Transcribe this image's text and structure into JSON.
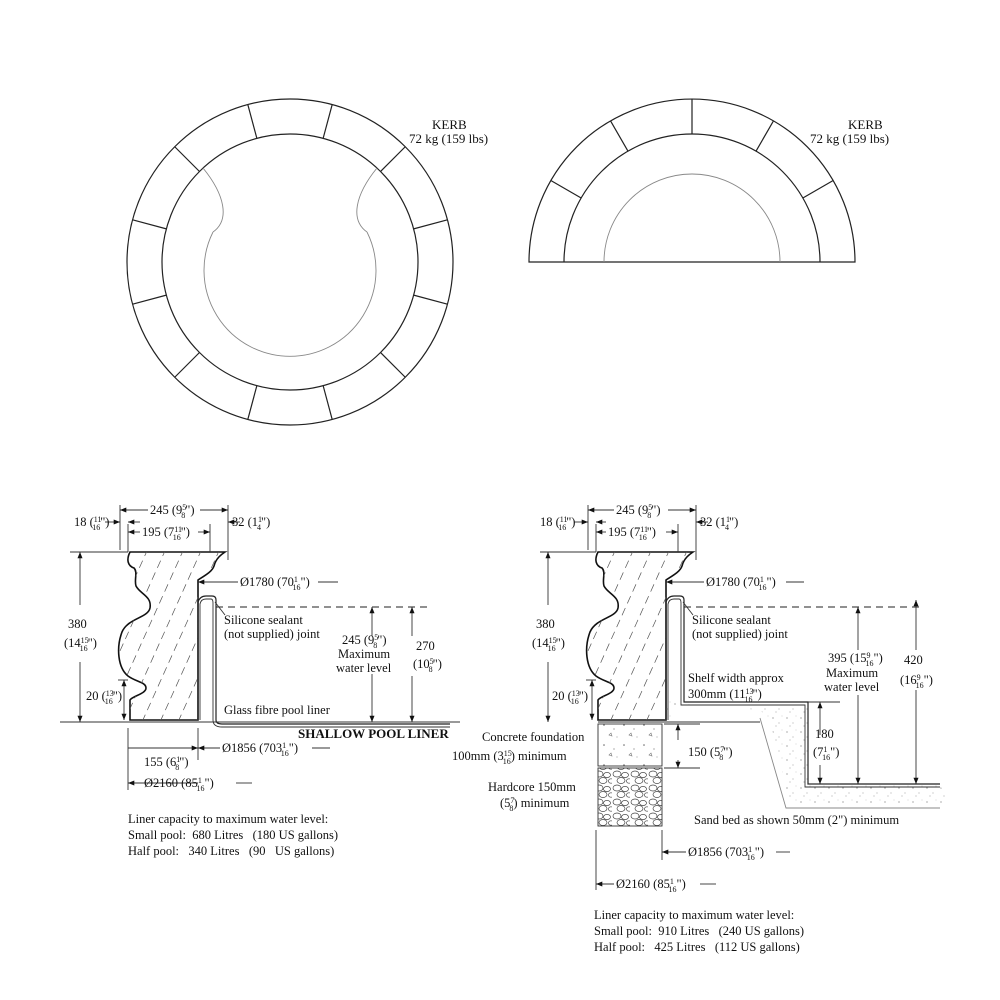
{
  "kerb_full": {
    "title": "KERB",
    "weight": "72 kg  (159 lbs)"
  },
  "kerb_half": {
    "title": "KERB",
    "weight": "72 kg  (159 lbs)"
  },
  "left_section": {
    "dim_245": "245 (9",
    "dim_245_frac": [
      "5",
      "8"
    ],
    "dim_195": "195 (7",
    "dim_195_frac": [
      "11",
      "16"
    ],
    "dim_18": "18 (",
    "dim_18_frac": [
      "11",
      "16"
    ],
    "dim_32": "32 (1",
    "dim_32_frac": [
      "1",
      "4"
    ],
    "dim_380": "380",
    "dim_380_b": "(14",
    "dim_380_frac": [
      "15",
      "16"
    ],
    "dim_20": "20 (",
    "dim_20_frac": [
      "13",
      "16"
    ],
    "dim_1780": "Ø1780 (70",
    "dim_1780_frac": [
      "1",
      "16"
    ],
    "sealant_1": "Silicone sealant",
    "sealant_2": "(not supplied) joint",
    "dim_245w": "245 (9",
    "dim_245w_frac": [
      "5",
      "8"
    ],
    "max_1": "Maximum",
    "max_2": "water level",
    "dim_270": "270",
    "dim_270_b": "(10",
    "dim_270_frac": [
      "5",
      "8"
    ],
    "liner": "Glass fibre pool liner",
    "shallow": "SHALLOW POOL LINER",
    "dim_155": "155 (6",
    "dim_155_frac": [
      "1",
      "8"
    ],
    "dim_1856": "Ø1856 (703",
    "dim_1856_frac": [
      "1",
      "16"
    ],
    "dim_2160": "Ø2160 (85",
    "dim_2160_frac": [
      "1",
      "16"
    ],
    "capacity": [
      "Liner capacity to maximum water level:",
      "Small pool:  680 Litres   (180 US gallons)",
      "Half pool:   340 Litres   (90   US gallons)"
    ]
  },
  "right_section": {
    "dim_245": "245 (9",
    "dim_245_frac": [
      "5",
      "8"
    ],
    "dim_195": "195 (7",
    "dim_195_frac": [
      "11",
      "16"
    ],
    "dim_18": "18 (",
    "dim_18_frac": [
      "11",
      "16"
    ],
    "dim_32": "32 (1",
    "dim_32_frac": [
      "1",
      "4"
    ],
    "dim_380": "380",
    "dim_380_b": "(14",
    "dim_380_frac": [
      "15",
      "16"
    ],
    "dim_20": "20 (",
    "dim_20_frac": [
      "13",
      "16"
    ],
    "dim_1780": "Ø1780 (70",
    "dim_1780_frac": [
      "1",
      "16"
    ],
    "sealant_1": "Silicone sealant",
    "sealant_2": "(not supplied) joint",
    "shelf_1": "Shelf width approx",
    "shelf_2": "300mm (11",
    "shelf_frac": [
      "13",
      "16"
    ],
    "dim_395": "395 (15",
    "dim_395_frac": [
      "9",
      "16"
    ],
    "max_1": "Maximum",
    "max_2": "water level",
    "dim_420": "420",
    "dim_420_b": "(16",
    "dim_420_frac": [
      "9",
      "16"
    ],
    "dim_180": "180",
    "dim_180_b": "(7",
    "dim_180_frac": [
      "1",
      "16"
    ],
    "dim_150": "150 (5",
    "dim_150_frac": [
      "7",
      "8"
    ],
    "concrete_1": "Concrete foundation",
    "concrete_2": "100mm (3",
    "concrete_frac": [
      "15",
      "16"
    ],
    "concrete_3": ") minimum",
    "hardcore_1": "Hardcore 150mm",
    "hardcore_2": "(5",
    "hardcore_frac": [
      "7",
      "8"
    ],
    "hardcore_3": ") minimum",
    "sand": "Sand bed as shown 50mm (2\") minimum",
    "dim_1856": "Ø1856 (703",
    "dim_1856_frac": [
      "1",
      "16"
    ],
    "dim_2160": "Ø2160 (85",
    "dim_2160_frac": [
      "1",
      "16"
    ],
    "capacity": [
      "Liner capacity to maximum water level:",
      "Small pool:  910 Litres   (240 US gallons)",
      "Half pool:   425 Litres   (112 US gallons)"
    ]
  }
}
